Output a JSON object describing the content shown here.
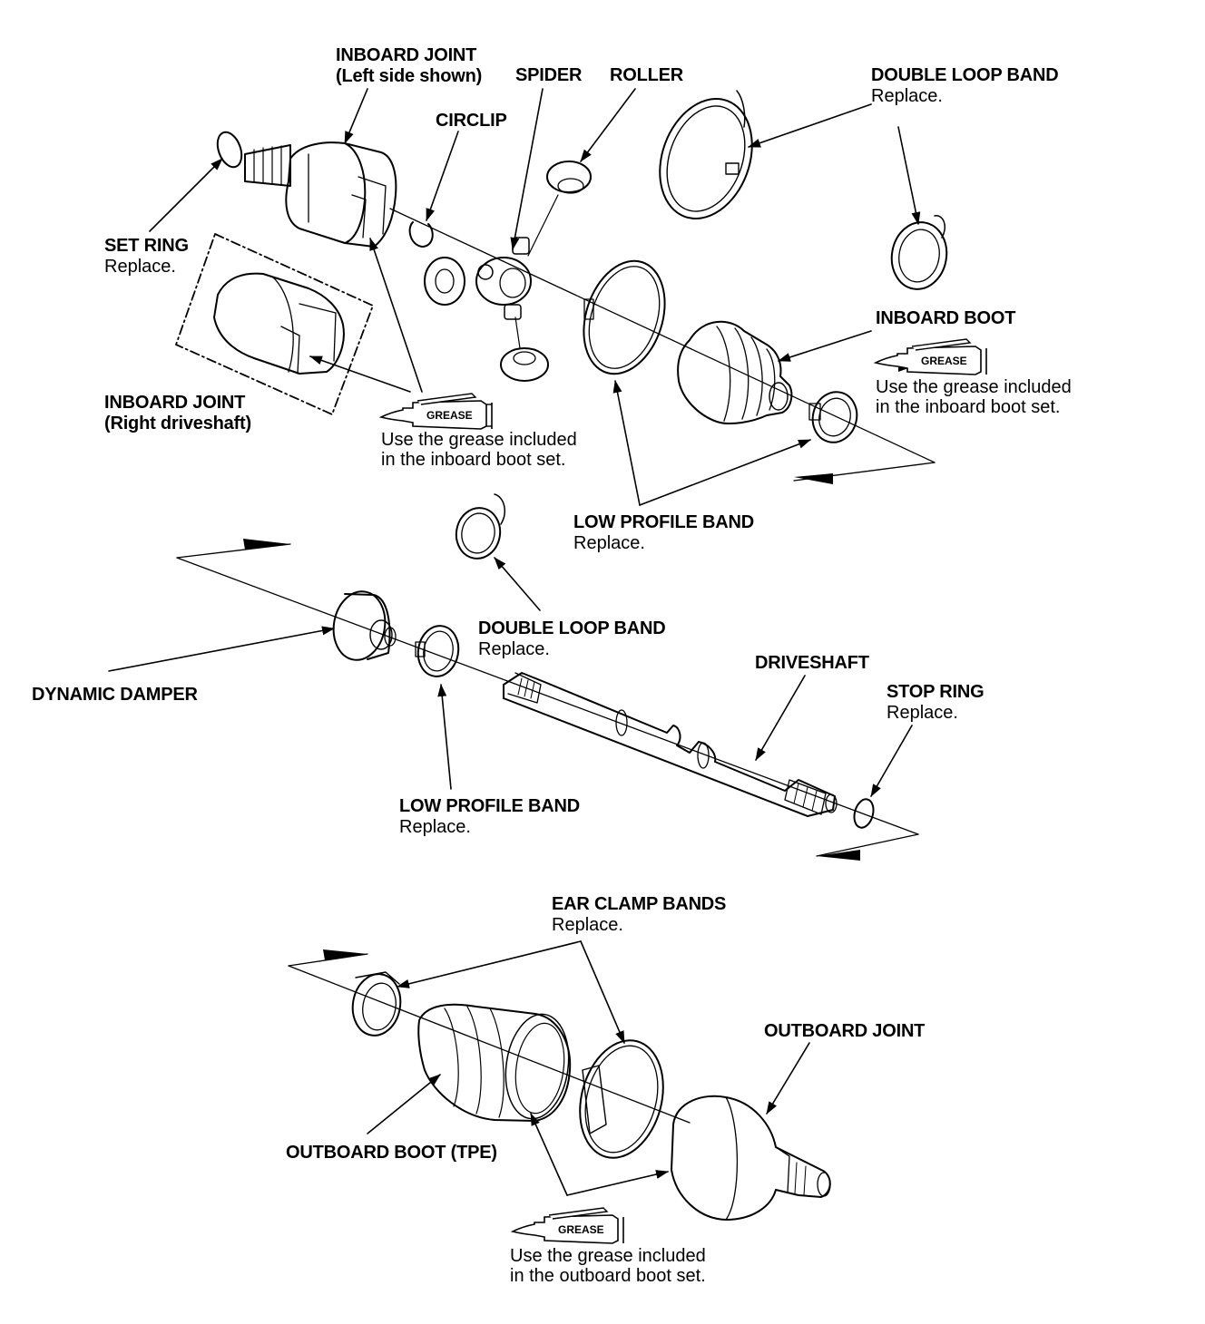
{
  "labels": {
    "inboard_joint_left": {
      "title": "INBOARD JOINT",
      "sub": "(Left side shown)"
    },
    "spider": {
      "title": "SPIDER"
    },
    "roller": {
      "title": "ROLLER"
    },
    "circlip": {
      "title": "CIRCLIP"
    },
    "double_loop_band_top": {
      "title": "DOUBLE LOOP BAND",
      "sub": "Replace."
    },
    "set_ring": {
      "title": "SET RING",
      "sub": "Replace."
    },
    "inboard_boot": {
      "title": "INBOARD BOOT"
    },
    "inboard_joint_right": {
      "title": "INBOARD JOINT",
      "sub": "(Right driveshaft)"
    },
    "low_profile_band_top": {
      "title": "LOW PROFILE BAND",
      "sub": "Replace."
    },
    "double_loop_band_mid": {
      "title": "DOUBLE LOOP BAND",
      "sub": "Replace."
    },
    "driveshaft": {
      "title": "DRIVESHAFT"
    },
    "stop_ring": {
      "title": "STOP RING",
      "sub": "Replace."
    },
    "dynamic_damper": {
      "title": "DYNAMIC DAMPER"
    },
    "low_profile_band_mid": {
      "title": "LOW PROFILE BAND",
      "sub": "Replace."
    },
    "ear_clamp_bands": {
      "title": "EAR CLAMP BANDS",
      "sub": "Replace."
    },
    "outboard_joint": {
      "title": "OUTBOARD JOINT"
    },
    "outboard_boot": {
      "title": "OUTBOARD BOOT (TPE)"
    }
  },
  "grease": {
    "tube_label": "GREASE",
    "note_inboard_boot": [
      "Use the grease included",
      "in the inboard boot set."
    ],
    "note_inboard_joint": [
      "Use the grease included",
      "in the inboard boot set."
    ],
    "note_outboard": [
      "Use the grease included",
      "in the outboard boot set."
    ]
  }
}
